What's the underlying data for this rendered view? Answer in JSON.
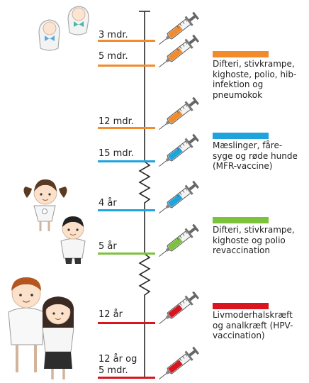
{
  "colors": {
    "orange": "#f28b2c",
    "blue": "#1fa3dc",
    "green": "#7dc23b",
    "red": "#d9161f",
    "axis": "#2a2a2a"
  },
  "timeline": [
    {
      "label": "3 mdr.",
      "color": "orange"
    },
    {
      "label": "5 mdr.",
      "color": "orange"
    },
    {
      "label": "12 mdr.",
      "color": "orange"
    },
    {
      "label": "15 mdr.",
      "color": "blue"
    },
    {
      "label": "4 år",
      "color": "blue"
    },
    {
      "label": "5 år",
      "color": "green"
    },
    {
      "label": "12 år",
      "color": "red"
    },
    {
      "label": "12 år og 5 mdr.",
      "color": "red"
    }
  ],
  "legend": [
    {
      "text": "Difteri, stivkrampe, kighoste, polio, hib-infektion og pneumokok",
      "color": "orange"
    },
    {
      "text": "Mæslinger, fåre-syge og røde hunde (MFR-vaccine)",
      "color": "blue"
    },
    {
      "text": "Difteri, stivkrampe, kighoste og polio revaccination",
      "color": "green"
    },
    {
      "text": "Livmoderhalskræft og analkræft (HPV-vaccination)",
      "color": "red"
    }
  ]
}
